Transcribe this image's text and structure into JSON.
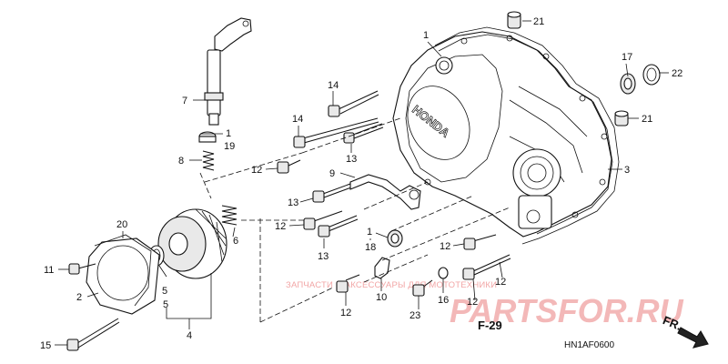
{
  "callouts": {
    "c1_top": "1",
    "c21_top": "21",
    "c17": "17",
    "c22": "22",
    "c21_mid": "21",
    "c3": "3",
    "c7": "7",
    "c1_left": "1",
    "c19": "19",
    "c8": "8",
    "c14_a": "14",
    "c14_b": "14",
    "c13_a": "13",
    "c12_a": "12",
    "c9": "9",
    "c13_b": "13",
    "c12_b": "12",
    "c13_c": "13",
    "c1_mid": "1",
    "c18": "18",
    "c20": "20",
    "c6": "6",
    "c11": "11",
    "c2": "2",
    "c5_a": "5",
    "c5_b": "5",
    "c4": "4",
    "c15": "15",
    "c12_c": "12",
    "c10": "10",
    "c12_d": "12",
    "c23": "23",
    "c16": "16",
    "c12_e": "12",
    "c12_f": "12"
  },
  "labels": {
    "ref": "F-29",
    "fr": "FR.",
    "diagram_code": "HN1AF0600",
    "cover_brand": "HONDA"
  },
  "watermark": {
    "caption": "ЗАПЧАСТИ И АКСЕССУАРЫ ДЛЯ МОТОТЕХНИКИ",
    "brand": "PARTSFOR.RU"
  },
  "colors": {
    "watermark": "#f3b8b8",
    "ink": "#111111"
  }
}
